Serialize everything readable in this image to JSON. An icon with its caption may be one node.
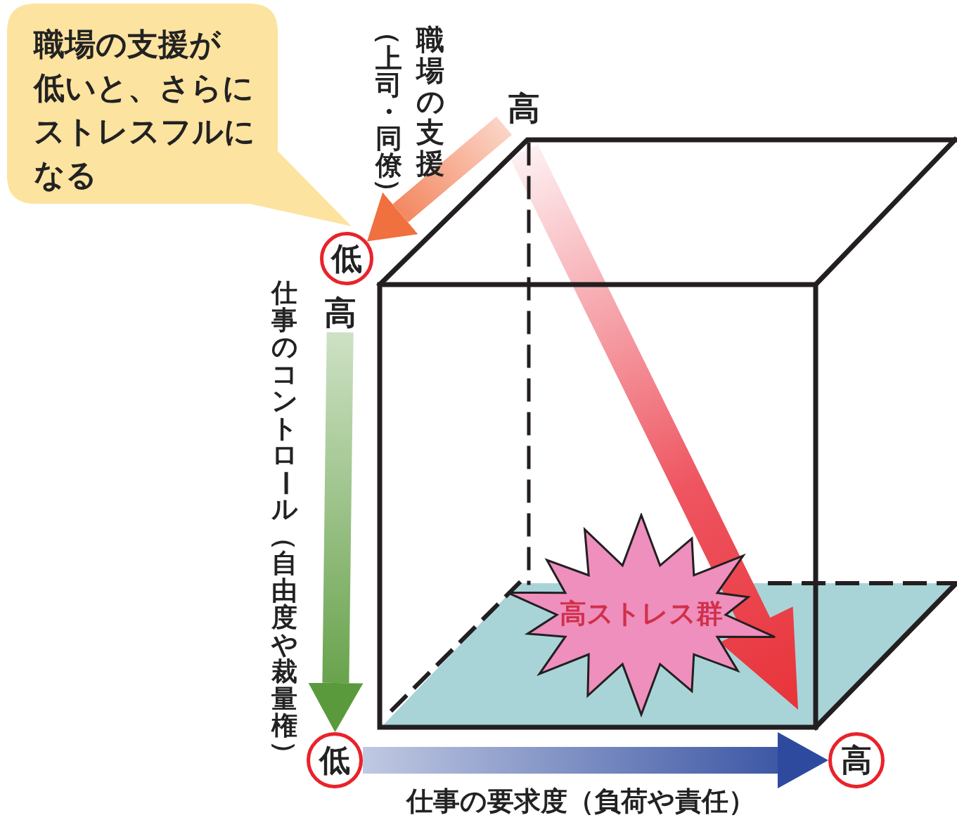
{
  "diagram": {
    "nodes": [
      {
        "text": [
          "職場の支援が低いと、さらにストレスフルになる"
        ]
      },
      {
        "text": [
          "高"
        ]
      },
      {
        "text": [
          "低"
        ]
      },
      {
        "text": [
          "高"
        ]
      },
      {
        "text": [
          "低"
        ]
      },
      {
        "text": [
          "高"
        ]
      },
      {
        "text": [
          "高ストレス群"
        ]
      }
    ],
    "edges": [
      {
        "from": 1,
        "to": 2,
        "arrow": "to",
        "label": "職場の支援",
        "color": "#f07040"
      },
      {
        "from": 3,
        "to": 4,
        "arrow": "to",
        "label": "仕事のコントロール（自由度や裁量権）",
        "color": "#5b9a3c"
      },
      {
        "from": 4,
        "to": 5,
        "arrow": "to",
        "label": "仕事の要求度（負荷や責任）",
        "color": "#2e4a9e"
      }
    ],
    "labels": [
      "（上司・同僚）"
    ]
  }
}
